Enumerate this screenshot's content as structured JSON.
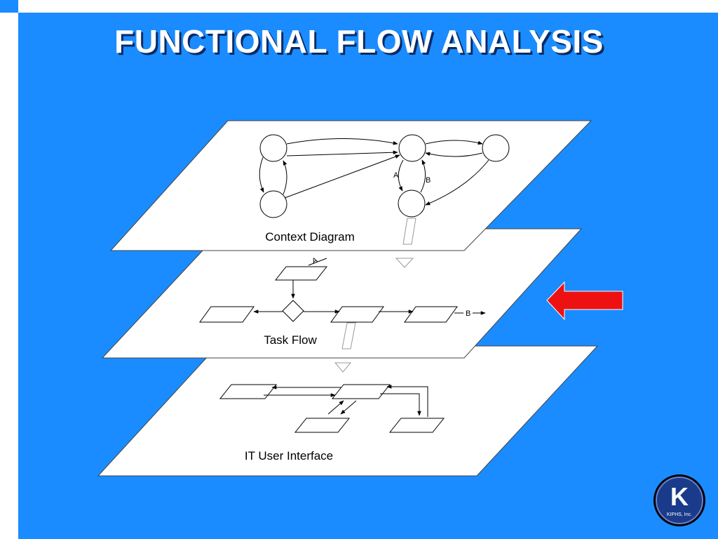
{
  "slide": {
    "title": "FUNCTIONAL FLOW ANALYSIS"
  },
  "layers": {
    "context": {
      "label": "Context Diagram",
      "flow_a": "A",
      "flow_b": "B"
    },
    "task": {
      "label": "Task Flow",
      "input_a": "A",
      "output_b": "B"
    },
    "ui": {
      "label": "IT User Interface"
    }
  },
  "logo": {
    "letter": "K",
    "caption": "KIPHS, Inc."
  },
  "colors": {
    "background": "#1a8cff",
    "pointer_arrow": "#ee1111",
    "title_shadow": "#0a2a66",
    "logo_ring": "#1a3a8a"
  },
  "icons": {
    "pointer": "left-arrow-icon",
    "logo": "kiphs-logo-icon"
  }
}
